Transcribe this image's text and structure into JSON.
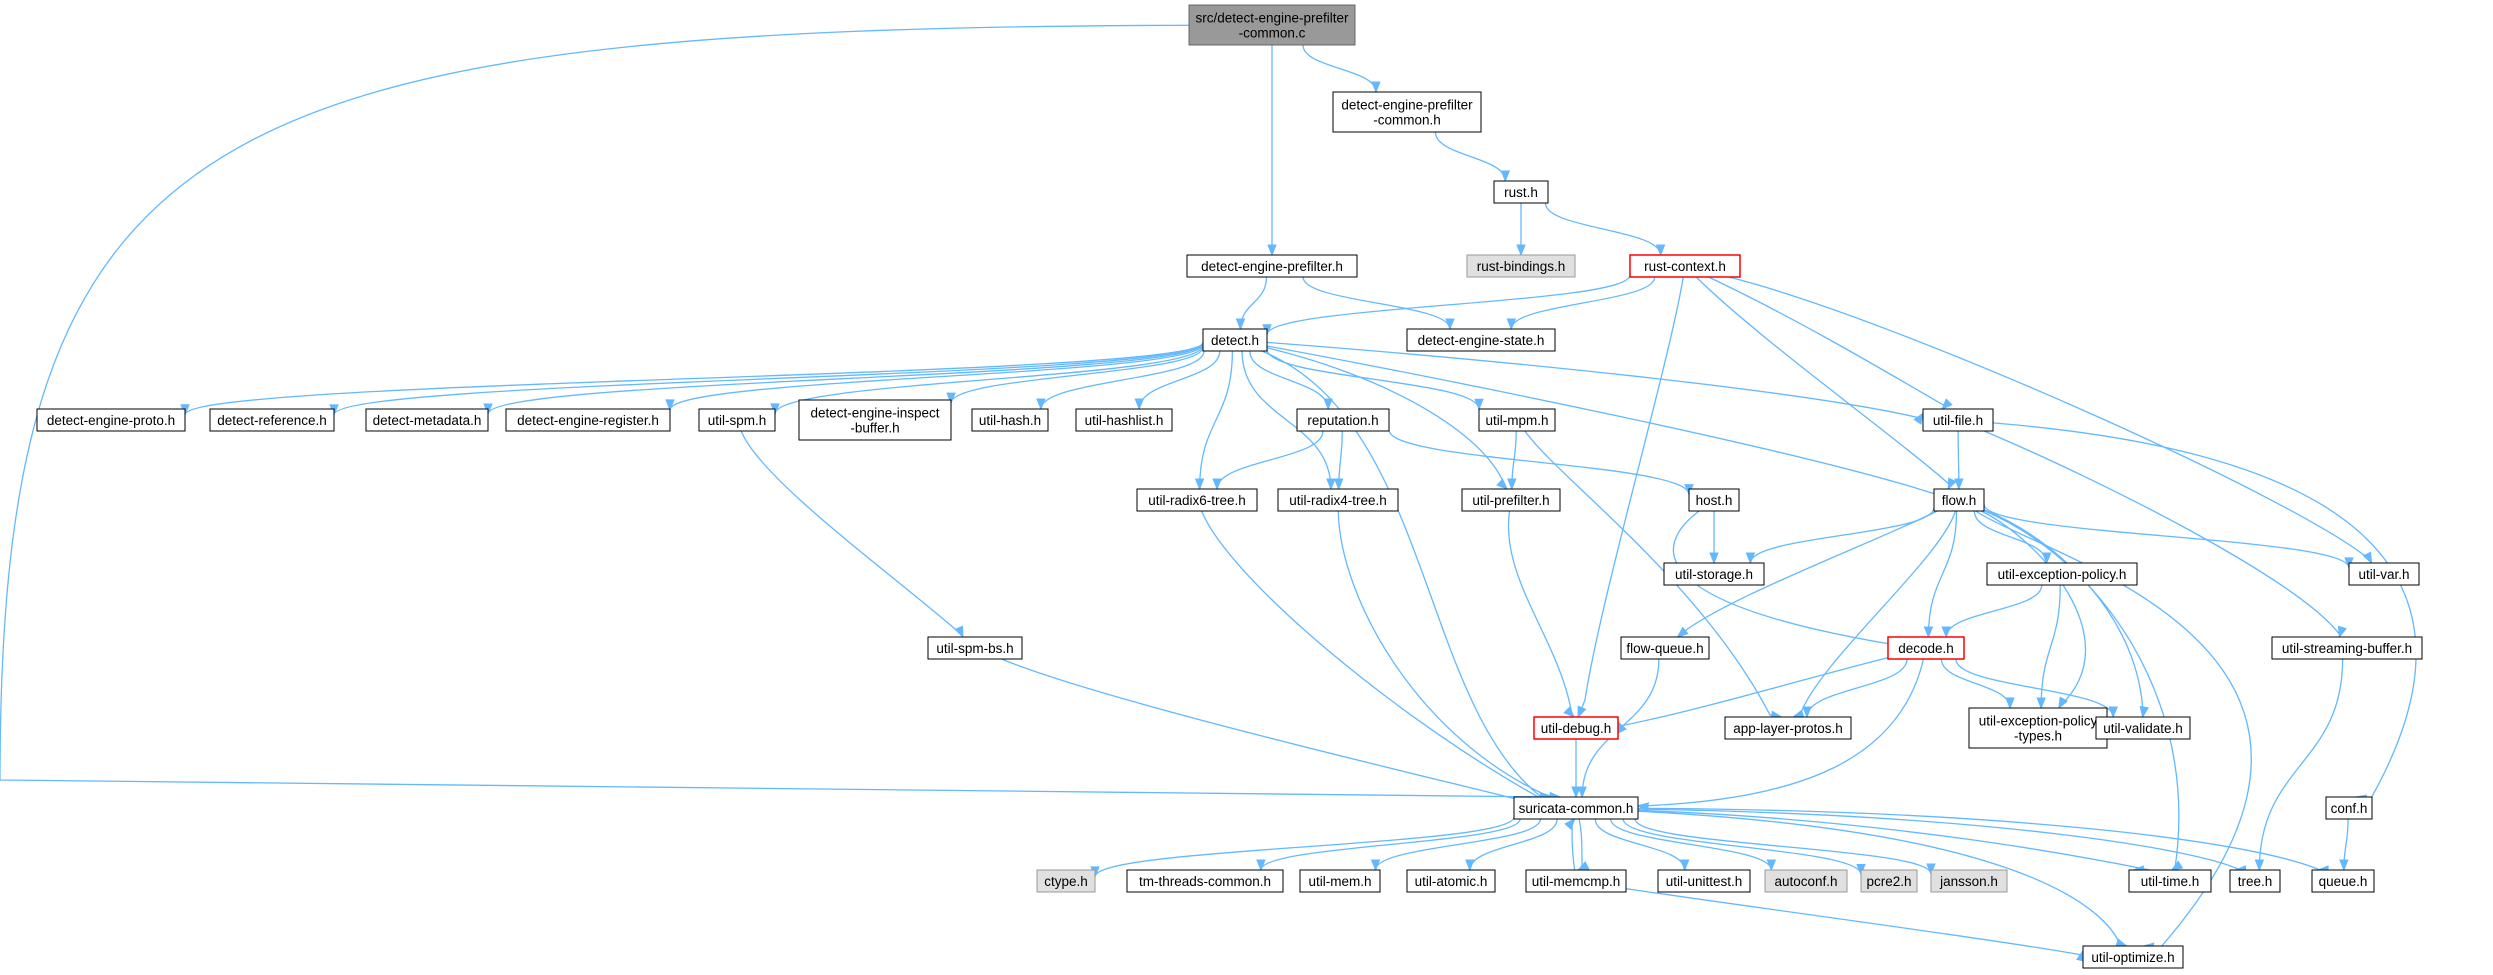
{
  "diagram": {
    "title": "src/detect-engine-prefilter-common.c",
    "colors": {
      "edge": "#63b8ff",
      "node_border": "#000000",
      "node_fill": "#ffffff",
      "root_fill": "#999999",
      "external_fill": "#e0e0e0",
      "external_border": "#999999",
      "truncated_border": "#ff0000"
    },
    "nodes": [
      {
        "id": "root",
        "lines": [
          "src/detect-engine-prefilter",
          "-common.c"
        ],
        "style": "root"
      },
      {
        "id": "depfc_h",
        "lines": [
          "detect-engine-prefilter",
          "-common.h"
        ],
        "style": "normal"
      },
      {
        "id": "rust_h",
        "lines": [
          "rust.h"
        ],
        "style": "normal"
      },
      {
        "id": "rust_bindings",
        "lines": [
          "rust-bindings.h"
        ],
        "style": "external"
      },
      {
        "id": "rust_context",
        "lines": [
          "rust-context.h"
        ],
        "style": "truncated"
      },
      {
        "id": "dep_h",
        "lines": [
          "detect-engine-prefilter.h"
        ],
        "style": "normal"
      },
      {
        "id": "detect_h",
        "lines": [
          "detect.h"
        ],
        "style": "normal"
      },
      {
        "id": "des_h",
        "lines": [
          "detect-engine-state.h"
        ],
        "style": "normal"
      },
      {
        "id": "dproto",
        "lines": [
          "detect-engine-proto.h"
        ],
        "style": "normal"
      },
      {
        "id": "dref",
        "lines": [
          "detect-reference.h"
        ],
        "style": "normal"
      },
      {
        "id": "dmeta",
        "lines": [
          "detect-metadata.h"
        ],
        "style": "normal"
      },
      {
        "id": "dreg",
        "lines": [
          "detect-engine-register.h"
        ],
        "style": "normal"
      },
      {
        "id": "uspm",
        "lines": [
          "util-spm.h"
        ],
        "style": "normal"
      },
      {
        "id": "deib",
        "lines": [
          "detect-engine-inspect",
          "-buffer.h"
        ],
        "style": "normal"
      },
      {
        "id": "uhash",
        "lines": [
          "util-hash.h"
        ],
        "style": "normal"
      },
      {
        "id": "uhashlist",
        "lines": [
          "util-hashlist.h"
        ],
        "style": "normal"
      },
      {
        "id": "reput",
        "lines": [
          "reputation.h"
        ],
        "style": "normal"
      },
      {
        "id": "umpm",
        "lines": [
          "util-mpm.h"
        ],
        "style": "normal"
      },
      {
        "id": "ufile",
        "lines": [
          "util-file.h"
        ],
        "style": "normal"
      },
      {
        "id": "ur6",
        "lines": [
          "util-radix6-tree.h"
        ],
        "style": "normal"
      },
      {
        "id": "ur4",
        "lines": [
          "util-radix4-tree.h"
        ],
        "style": "normal"
      },
      {
        "id": "upref",
        "lines": [
          "util-prefilter.h"
        ],
        "style": "normal"
      },
      {
        "id": "host",
        "lines": [
          "host.h"
        ],
        "style": "normal"
      },
      {
        "id": "flow",
        "lines": [
          "flow.h"
        ],
        "style": "normal"
      },
      {
        "id": "ustor",
        "lines": [
          "util-storage.h"
        ],
        "style": "normal"
      },
      {
        "id": "uexpol",
        "lines": [
          "util-exception-policy.h"
        ],
        "style": "normal"
      },
      {
        "id": "uvar",
        "lines": [
          "util-var.h"
        ],
        "style": "normal"
      },
      {
        "id": "uspmbs",
        "lines": [
          "util-spm-bs.h"
        ],
        "style": "normal"
      },
      {
        "id": "flowq",
        "lines": [
          "flow-queue.h"
        ],
        "style": "normal"
      },
      {
        "id": "decode",
        "lines": [
          "decode.h"
        ],
        "style": "truncated"
      },
      {
        "id": "usbuf",
        "lines": [
          "util-streaming-buffer.h"
        ],
        "style": "normal"
      },
      {
        "id": "udebug",
        "lines": [
          "util-debug.h"
        ],
        "style": "truncated"
      },
      {
        "id": "alp",
        "lines": [
          "app-layer-protos.h"
        ],
        "style": "normal"
      },
      {
        "id": "uexpt",
        "lines": [
          "util-exception-policy",
          "-types.h"
        ],
        "style": "normal"
      },
      {
        "id": "uvalid",
        "lines": [
          "util-validate.h"
        ],
        "style": "normal"
      },
      {
        "id": "conf",
        "lines": [
          "conf.h"
        ],
        "style": "normal"
      },
      {
        "id": "suri",
        "lines": [
          "suricata-common.h"
        ],
        "style": "normal"
      },
      {
        "id": "ctype",
        "lines": [
          "ctype.h"
        ],
        "style": "external"
      },
      {
        "id": "tmthr",
        "lines": [
          "tm-threads-common.h"
        ],
        "style": "normal"
      },
      {
        "id": "umem",
        "lines": [
          "util-mem.h"
        ],
        "style": "normal"
      },
      {
        "id": "uatom",
        "lines": [
          "util-atomic.h"
        ],
        "style": "normal"
      },
      {
        "id": "umemcmp",
        "lines": [
          "util-memcmp.h"
        ],
        "style": "normal"
      },
      {
        "id": "uunit",
        "lines": [
          "util-unittest.h"
        ],
        "style": "normal"
      },
      {
        "id": "autoconf",
        "lines": [
          "autoconf.h"
        ],
        "style": "external"
      },
      {
        "id": "pcre2",
        "lines": [
          "pcre2.h"
        ],
        "style": "external"
      },
      {
        "id": "jansson",
        "lines": [
          "jansson.h"
        ],
        "style": "external"
      },
      {
        "id": "utime",
        "lines": [
          "util-time.h"
        ],
        "style": "normal"
      },
      {
        "id": "tree",
        "lines": [
          "tree.h"
        ],
        "style": "normal"
      },
      {
        "id": "queue",
        "lines": [
          "queue.h"
        ],
        "style": "normal"
      },
      {
        "id": "uopt",
        "lines": [
          "util-optimize.h"
        ],
        "style": "normal"
      }
    ],
    "edges": [
      [
        "root",
        "depfc_h"
      ],
      [
        "root",
        "dep_h"
      ],
      [
        "root",
        "suri"
      ],
      [
        "depfc_h",
        "rust_h"
      ],
      [
        "rust_h",
        "rust_bindings"
      ],
      [
        "rust_h",
        "rust_context"
      ],
      [
        "rust_context",
        "detect_h"
      ],
      [
        "rust_context",
        "des_h"
      ],
      [
        "rust_context",
        "ufile"
      ],
      [
        "rust_context",
        "flow"
      ],
      [
        "rust_context",
        "uvar"
      ],
      [
        "rust_context",
        "udebug"
      ],
      [
        "dep_h",
        "detect_h"
      ],
      [
        "dep_h",
        "des_h"
      ],
      [
        "detect_h",
        "dproto"
      ],
      [
        "detect_h",
        "dref"
      ],
      [
        "detect_h",
        "dmeta"
      ],
      [
        "detect_h",
        "dreg"
      ],
      [
        "detect_h",
        "uspm"
      ],
      [
        "detect_h",
        "deib"
      ],
      [
        "detect_h",
        "uhash"
      ],
      [
        "detect_h",
        "uhashlist"
      ],
      [
        "detect_h",
        "reput"
      ],
      [
        "detect_h",
        "umpm"
      ],
      [
        "detect_h",
        "ufile"
      ],
      [
        "detect_h",
        "ur6"
      ],
      [
        "detect_h",
        "ur4"
      ],
      [
        "detect_h",
        "upref"
      ],
      [
        "detect_h",
        "flow"
      ],
      [
        "detect_h",
        "suri"
      ],
      [
        "uspm",
        "uspmbs"
      ],
      [
        "uspmbs",
        "suri"
      ],
      [
        "reput",
        "ur6"
      ],
      [
        "reput",
        "ur4"
      ],
      [
        "reput",
        "host"
      ],
      [
        "umpm",
        "upref"
      ],
      [
        "umpm",
        "alp"
      ],
      [
        "ufile",
        "flow"
      ],
      [
        "ufile",
        "usbuf"
      ],
      [
        "ufile",
        "conf"
      ],
      [
        "ur6",
        "suri"
      ],
      [
        "ur4",
        "suri"
      ],
      [
        "upref",
        "udebug"
      ],
      [
        "host",
        "ustor"
      ],
      [
        "host",
        "decode"
      ],
      [
        "flow",
        "ustor"
      ],
      [
        "flow",
        "uexpol"
      ],
      [
        "flow",
        "uvar"
      ],
      [
        "flow",
        "flowq"
      ],
      [
        "flow",
        "decode"
      ],
      [
        "flow",
        "alp"
      ],
      [
        "flow",
        "uexpt"
      ],
      [
        "flow",
        "uvalid"
      ],
      [
        "flow",
        "utime"
      ],
      [
        "flow",
        "uopt"
      ],
      [
        "uexpol",
        "decode"
      ],
      [
        "uexpol",
        "uexpt"
      ],
      [
        "flowq",
        "suri"
      ],
      [
        "decode",
        "udebug"
      ],
      [
        "decode",
        "alp"
      ],
      [
        "decode",
        "uexpt"
      ],
      [
        "decode",
        "uvalid"
      ],
      [
        "decode",
        "suri"
      ],
      [
        "usbuf",
        "tree"
      ],
      [
        "udebug",
        "suri"
      ],
      [
        "conf",
        "queue"
      ],
      [
        "suri",
        "ctype"
      ],
      [
        "suri",
        "tmthr"
      ],
      [
        "suri",
        "umem"
      ],
      [
        "suri",
        "uatom"
      ],
      [
        "suri",
        "umemcmp"
      ],
      [
        "suri",
        "uunit"
      ],
      [
        "suri",
        "autoconf"
      ],
      [
        "suri",
        "pcre2"
      ],
      [
        "suri",
        "jansson"
      ],
      [
        "suri",
        "utime"
      ],
      [
        "suri",
        "tree"
      ],
      [
        "suri",
        "queue"
      ],
      [
        "suri",
        "uopt"
      ],
      [
        "umemcmp",
        "suri"
      ],
      [
        "umemcmp",
        "uopt"
      ]
    ]
  }
}
